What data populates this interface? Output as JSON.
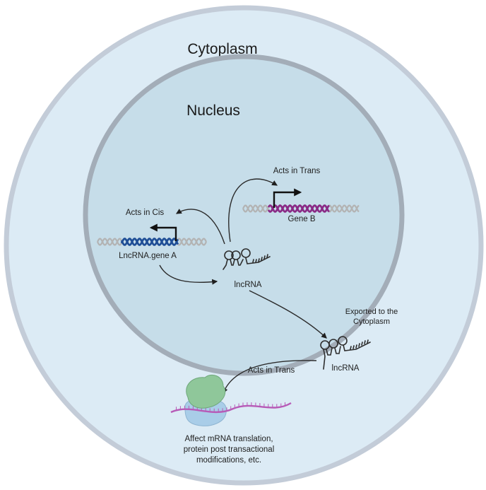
{
  "compartments": {
    "cytoplasm_label": "Cytoplasm",
    "nucleus_label": "Nucleus"
  },
  "cis": {
    "action_label": "Acts in Cis",
    "gene_label": "LncRNA.gene A"
  },
  "trans_nuclear": {
    "action_label": "Acts in Trans",
    "gene_label": "Gene B"
  },
  "nuclear_lncrna_label": "lncRNA",
  "export": {
    "label_line1": "Exported to the",
    "label_line2": "Cytoplasm"
  },
  "cytoplasmic": {
    "lncrna_label": "lncRNA",
    "action_label": "Acts in Trans",
    "outcome_line1": "Affect mRNA translation,",
    "outcome_line2": "protein post transactional",
    "outcome_line3": "modifications, etc."
  },
  "colors": {
    "cytoplasm_fill": "#dcebf5",
    "cytoplasm_border": "#c3ccd8",
    "nucleus_fill": "#c6dde9",
    "nucleus_border": "#a3adb8",
    "gene_a_strand": "#1f4e96",
    "gene_b_strand": "#8a2a86",
    "dna_gray": "#b3b3b3",
    "mrna": "#b75bb7",
    "ribosome_large": "#8fc79a",
    "ribosome_small": "#a9cde8"
  },
  "icons": [
    "promoter-arrow-icon",
    "dna-helix-icon",
    "stem-loop-rna-icon",
    "ribosome-icon"
  ]
}
